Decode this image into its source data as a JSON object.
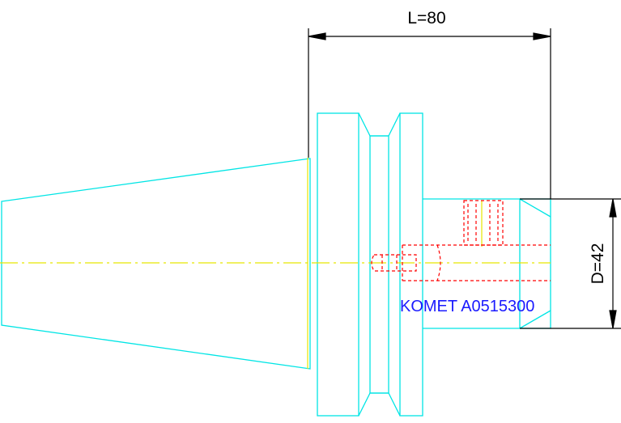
{
  "drawing": {
    "length_dimension": "L=80",
    "diameter_dimension": "D=42",
    "product_label": "KOMET A0515300"
  },
  "colors": {
    "outline": "#00e5e5",
    "hidden": "#ff0000",
    "centerline": "#e6e600",
    "dimension": "#000000",
    "label": "#1a1aff"
  }
}
